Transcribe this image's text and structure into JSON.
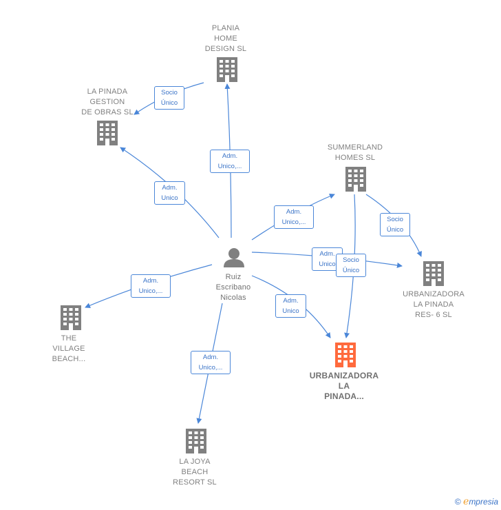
{
  "colors": {
    "edge": "#4a86d8",
    "company": "#808080",
    "main_company": "#ff6a3d",
    "person": "#808080"
  },
  "nodes": {
    "planiaHome": {
      "label": "PLANIA\nHOME\nDESIGN  SL",
      "icon": "building-icon"
    },
    "laPinadaGestion": {
      "label": "LA PINADA\nGESTION\nDE OBRAS  SL",
      "icon": "building-icon"
    },
    "summerland": {
      "label": "SUMMERLAND\nHOMES  SL",
      "icon": "building-icon"
    },
    "urbanizadoraRes6": {
      "label": "URBANIZADORA\nLA PINADA\nRES- 6  SL",
      "icon": "building-icon"
    },
    "theVillage": {
      "label": "THE\nVILLAGE\nBEACH...",
      "icon": "building-icon"
    },
    "urbanizadoraMain": {
      "label": "URBANIZADORA\nLA\nPINADA...",
      "icon": "building-icon"
    },
    "laJoya": {
      "label": "LA JOYA\nBEACH\nRESORT  SL",
      "icon": "building-icon"
    },
    "person": {
      "label": "Ruiz\nEscribano\nNicolas",
      "icon": "person-icon"
    }
  },
  "edges": {
    "planiaToGestion": "Socio\nÚnico",
    "personToPlania": "Adm.\nUnico,...",
    "personToGestion": "Adm.\nUnico",
    "personToSummerland": "Adm.\nUnico,...",
    "summerlandToRes6": "Socio\nÚnico",
    "personToRes6": "Adm.\nUnico",
    "summerlandToMain": "Socio\nÚnico",
    "personToVillage": "Adm.\nUnico,...",
    "personToMain": "Adm.\nUnico",
    "personToJoya": "Adm.\nUnico,..."
  },
  "footer": {
    "copyright": "©",
    "brand_e": "e",
    "brand_rest": "mpresia"
  }
}
